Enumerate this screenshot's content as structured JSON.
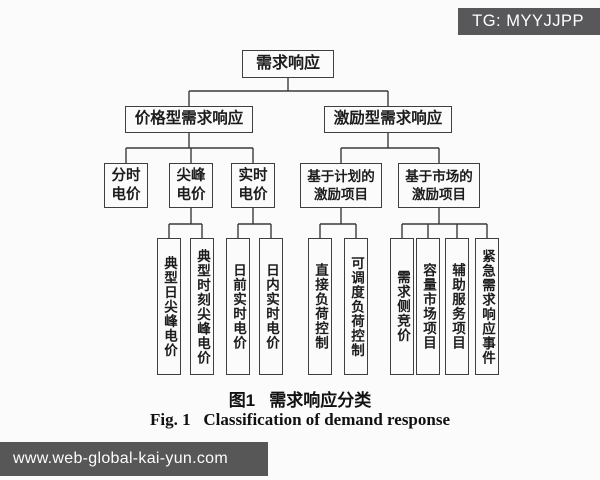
{
  "badge": {
    "text": "TG: MYYJJPP"
  },
  "watermark": {
    "text": "www.web-global-kai-yun.com"
  },
  "figure": {
    "caption_zh": "图1   需求响应分类",
    "caption_en": "Fig. 1   Classification of demand response"
  },
  "tree": {
    "root": {
      "label": "需求响应"
    },
    "level1": [
      {
        "label": "价格型需求响应"
      },
      {
        "label": "激励型需求响应"
      }
    ],
    "level2": [
      {
        "label": "分时电价"
      },
      {
        "label": "尖峰电价"
      },
      {
        "label": "实时电价"
      },
      {
        "label": "基于计划的激励项目"
      },
      {
        "label": "基于市场的激励项目"
      }
    ],
    "leaves": [
      {
        "label": "典型日尖峰电价"
      },
      {
        "label": "典型时刻尖峰电价"
      },
      {
        "label": "日前实时电价"
      },
      {
        "label": "日内实时电价"
      },
      {
        "label": "直接负荷控制"
      },
      {
        "label": "可调度负荷控制"
      },
      {
        "label": "需求侧竞价"
      },
      {
        "label": "容量市场项目"
      },
      {
        "label": "辅助服务项目"
      },
      {
        "label": "紧急需求响应事件"
      }
    ]
  },
  "colors": {
    "line": "#3a3a3a",
    "badge_bg": "#58585a",
    "watermark_bg": "#575757",
    "background": "#fbfbfb"
  }
}
